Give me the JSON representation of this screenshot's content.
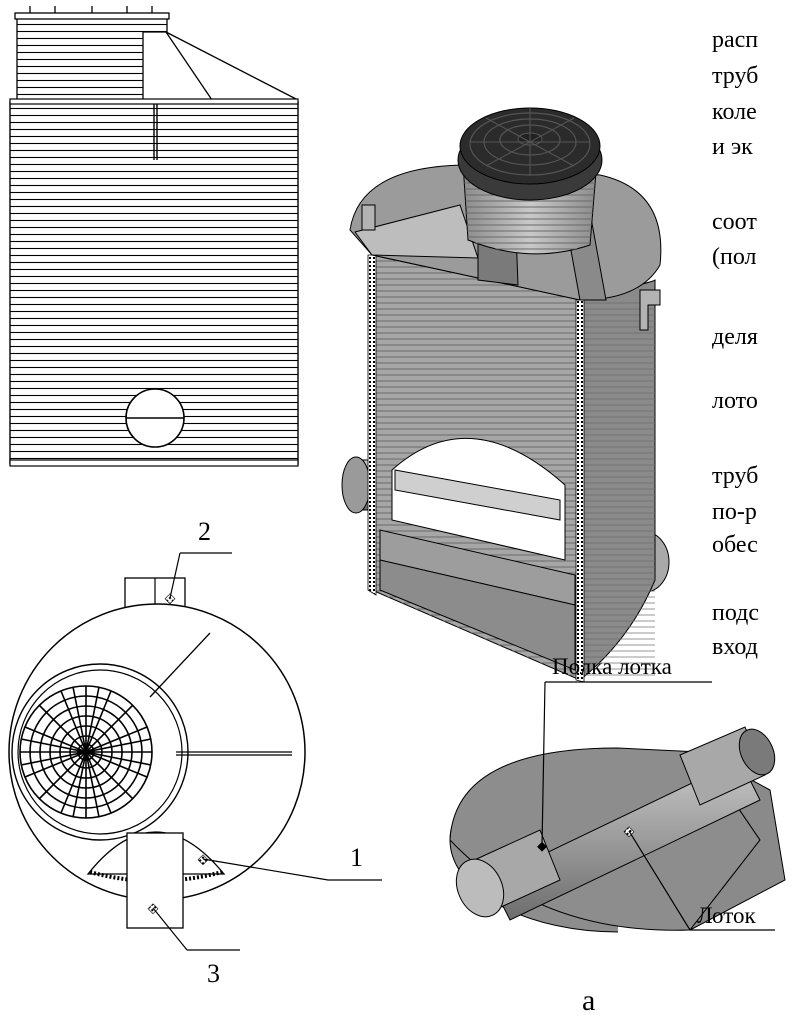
{
  "callouts": {
    "one": "1",
    "two": "2",
    "three": "3",
    "shelf": "Полка лотка",
    "tray": "Лоток"
  },
  "caption": "а",
  "right_text_lines": [
    "расп",
    "труб",
    "коле",
    "и эк",
    "соот",
    "(пол",
    "деля",
    "лото",
    "труб",
    "по-р",
    "обес",
    "подс",
    "вход"
  ],
  "colors": {
    "line": "#000000",
    "shade_dark": "#5f5f5f",
    "shade_mid": "#8f8f8f",
    "shade_light": "#bdbdbd",
    "hatch": "#2a2a2a"
  }
}
